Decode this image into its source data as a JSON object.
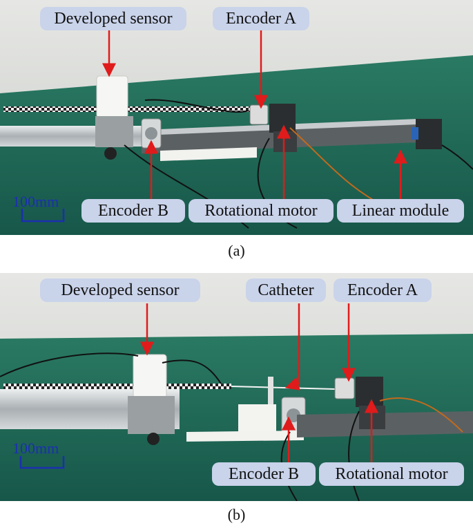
{
  "panel_a": {
    "labels": {
      "developed_sensor": "Developed sensor",
      "encoder_a": "Encoder A",
      "encoder_b": "Encoder B",
      "rotational_motor": "Rotational motor",
      "linear_module": "Linear module"
    },
    "scale": "100mm",
    "caption": "(a)"
  },
  "panel_b": {
    "labels": {
      "developed_sensor": "Developed sensor",
      "catheter": "Catheter",
      "encoder_a": "Encoder A",
      "encoder_b": "Encoder B",
      "rotational_motor": "Rotational motor"
    },
    "scale": "100mm",
    "caption": "(b)"
  },
  "colors": {
    "wall": "#d7d9d6",
    "table_green": "#1f6b57",
    "arrow_red": "#e01b1b",
    "label_bg": "#c9d3ea",
    "scale_blue": "#1b2fb0"
  }
}
